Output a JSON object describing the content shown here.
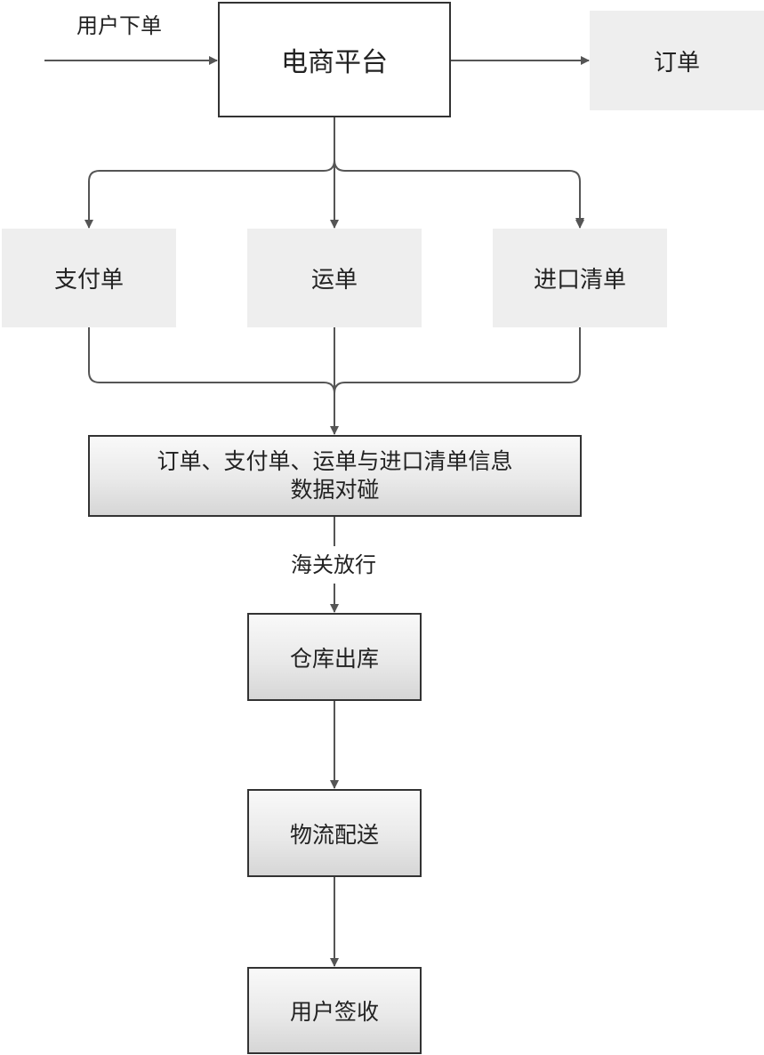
{
  "diagram": {
    "input_label": "用户下单",
    "platform": "电商平台",
    "order": "订单",
    "branches": {
      "payment": "支付单",
      "waybill": "运单",
      "import_list": "进口清单"
    },
    "check": {
      "line1": "订单、支付单、运单与进口清单信息",
      "line2": "数据对碰"
    },
    "customs_label": "海关放行",
    "warehouse": "仓库出库",
    "logistics": "物流配送",
    "receipt": "用户签收"
  }
}
